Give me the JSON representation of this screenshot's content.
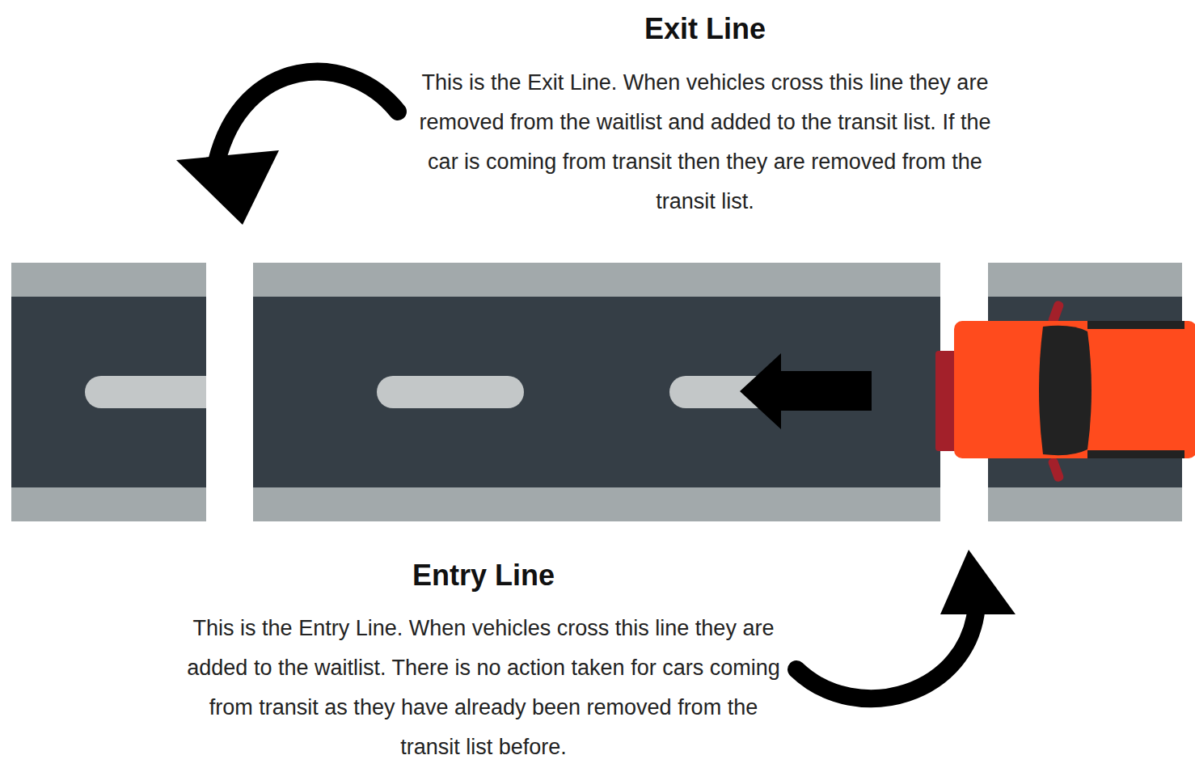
{
  "diagram": {
    "labels": [
      "Exit Line",
      "This is the Exit Line. When vehicles cross this line they are removed from the waitlist and added to the transit list. If the car is coming from transit then they are removed from the transit list.",
      "Entry Line",
      "This is the Entry Line. When vehicles cross this line they are added to the waitlist. There is no action taken for cars coming from transit as they have already been removed from the transit list before."
    ]
  }
}
